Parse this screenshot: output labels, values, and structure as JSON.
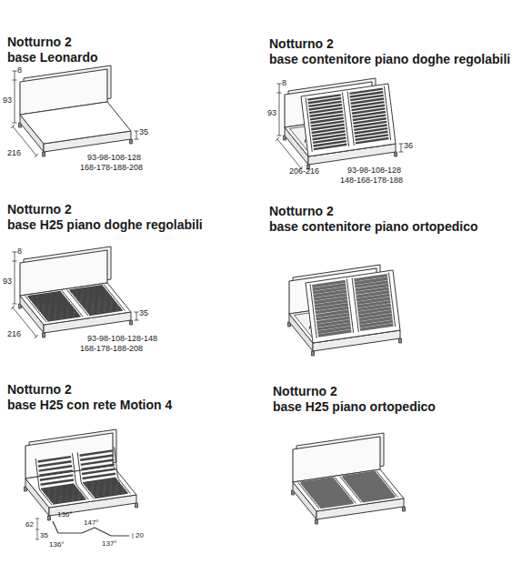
{
  "diagram": {
    "labels": [
      "Notturno 2",
      "base Leonardo",
      "8",
      "93",
      "35",
      "216",
      "93-98-108-128",
      "168-178-188-208",
      "Notturno 2",
      "base contenitore piano doghe regolabili",
      "8",
      "93",
      "36",
      "206-216",
      "93-98-108-128",
      "148-168-178-188",
      "Notturno 2",
      "base H25 piano doghe regolabili",
      "8",
      "93",
      "35",
      "216",
      "93-98-108-128-148",
      "168-178-188-208",
      "Notturno 2",
      "base contenitore piano ortopedico",
      "Notturno 2",
      "base H25 con rete Motion 4",
      "136°",
      "62",
      "35",
      "147°",
      "136°",
      "137°",
      "20",
      "Notturno 2",
      "base H25 piano ortopedico"
    ]
  }
}
